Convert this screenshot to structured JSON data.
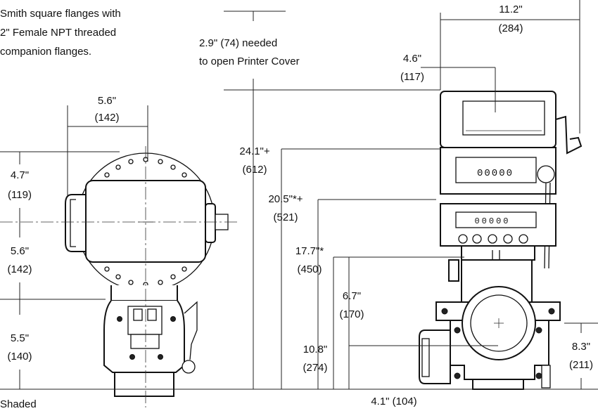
{
  "notes": {
    "flange_line1": "Smith square flanges with",
    "flange_line2": "2\" Female NPT threaded",
    "flange_line3": "companion flanges.",
    "printer_line1": "2.9\" (74) needed",
    "printer_line2": "to open Printer Cover",
    "bottom_left": "Shaded"
  },
  "dims": {
    "width_front_in": "5.6\"",
    "width_front_mm": "(142)",
    "upper_left_in": "4.7\"",
    "upper_left_mm": "(119)",
    "mid_left_in": "5.6\"",
    "mid_left_mm": "(142)",
    "low_left_in": "5.5\"",
    "low_left_mm": "(140)",
    "overall_width_in": "11.2\"",
    "overall_width_mm": "(284)",
    "offset_in": "4.6\"",
    "offset_mm": "(117)",
    "h1_in": "24.1\"+",
    "h1_mm": "(612)",
    "h2_in": "20.5\"*+",
    "h2_mm": "(521)",
    "h3_in": "17.7\"*",
    "h3_mm": "(450)",
    "h4_in": "6.7\"",
    "h4_mm": "(170)",
    "h5_in": "10.8\"",
    "h5_mm": "(274)",
    "h6_in": "8.3\"",
    "h6_mm": "(211)",
    "bottom": "4.1\" (104)"
  },
  "register": {
    "counter1": "00000",
    "counter2": "00000"
  }
}
